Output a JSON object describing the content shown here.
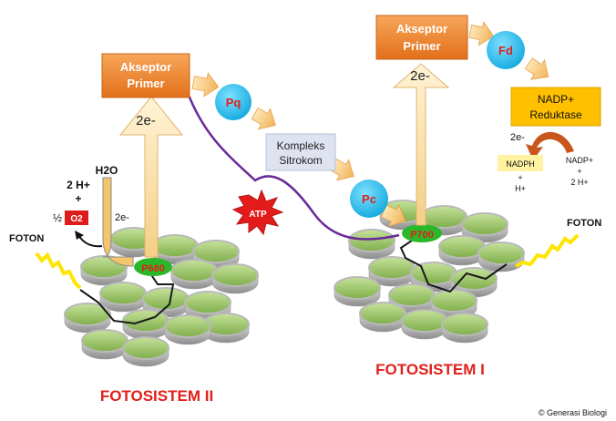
{
  "photosystem_ii": {
    "title": "FOTOSISTEM II",
    "reaction_center": "P680",
    "acceptor_line1": "Akseptor",
    "acceptor_line2": "Primer",
    "electrons": "2e-",
    "water": "H2O",
    "water_electrons": "2e-",
    "protons": "2 H+",
    "plus": "+",
    "half": "½",
    "oxygen": "O2",
    "light": "FOTON"
  },
  "photosystem_i": {
    "title": "FOTOSISTEM I",
    "reaction_center": "P700",
    "acceptor_line1": "Akseptor",
    "acceptor_line2": "Primer",
    "electrons": "2e-",
    "light": "FOTON"
  },
  "electron_transport": {
    "plastoquinone": "Pq",
    "cytochrome_line1": "Kompleks",
    "cytochrome_line2": "Sitrokom",
    "plastocyanin": "Pc",
    "atp": "ATP",
    "ferredoxin": "Fd"
  },
  "nadp_reductase": {
    "line1": "NADP+",
    "line2": "Reduktase",
    "electrons": "2e-",
    "product": "NADPH",
    "product_plus": "+",
    "product_h": "H+",
    "substrate_nadp": "NADP+",
    "substrate_plus": "+",
    "substrate_h": "2 H+"
  },
  "credit": "© Generasi Biologi",
  "colors": {
    "acceptor_orange": "#f28a30",
    "carrier_cyan": "#29c2ef",
    "label_red": "#e0201b",
    "disc_green": "#9cc86a",
    "up_arrow": "#fbe3b0",
    "electron_path_purple": "#6a2a9a",
    "reductase_yellow": "#ffc000",
    "nadph_yellow": "#fff2a0",
    "atp_red": "#e41b1b"
  }
}
